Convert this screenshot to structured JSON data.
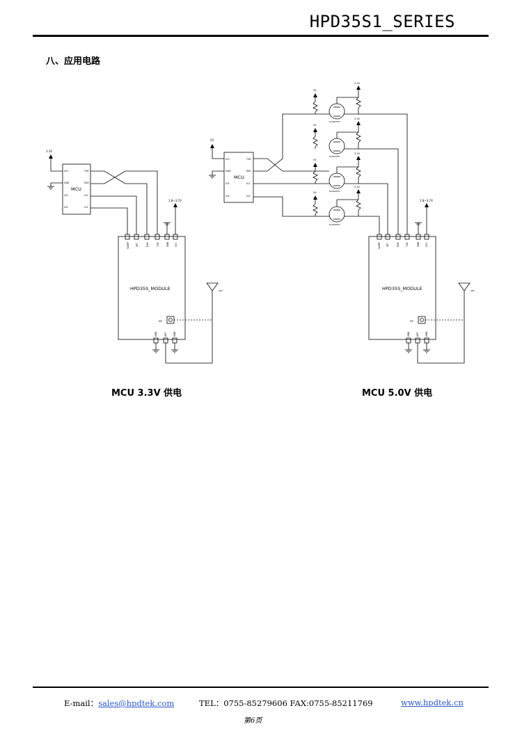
{
  "header": {
    "title": "HPD35S1_SERIES"
  },
  "section": {
    "heading": "八、应用电路"
  },
  "circuits": {
    "left_caption": "MCU 3.3V 供电",
    "right_caption": "MCU 5.0V 供电",
    "mcu_label": "MCU",
    "module_label": "HPD35S_MODULE",
    "mosfet_label": "N-MOSFET",
    "v33_label": "3.3V",
    "v5_label": "5V",
    "vcc_label": "1.8~3.7V",
    "ant_label": "ANT",
    "ips_label": "IPX",
    "mcu_left_pins": [
      "VCC",
      "GND",
      "IO3",
      "IO4"
    ],
    "mcu_right_pins": [
      "TXD",
      "RXD",
      "IO1",
      "IO2"
    ],
    "module_top_pins": [
      "SLEEP",
      "SET",
      "RXD",
      "TXD",
      "GND",
      "VCC"
    ],
    "module_bottom_pins": [
      "GND",
      "ANT",
      "GND"
    ]
  },
  "footer": {
    "email_prefix": "E-mail：",
    "email": "sales@hpdtek.com",
    "tel": "TEL：0755-85279606 FAX:0755-85211769",
    "website": "www.hpdtek.cn",
    "page": "第6页"
  }
}
